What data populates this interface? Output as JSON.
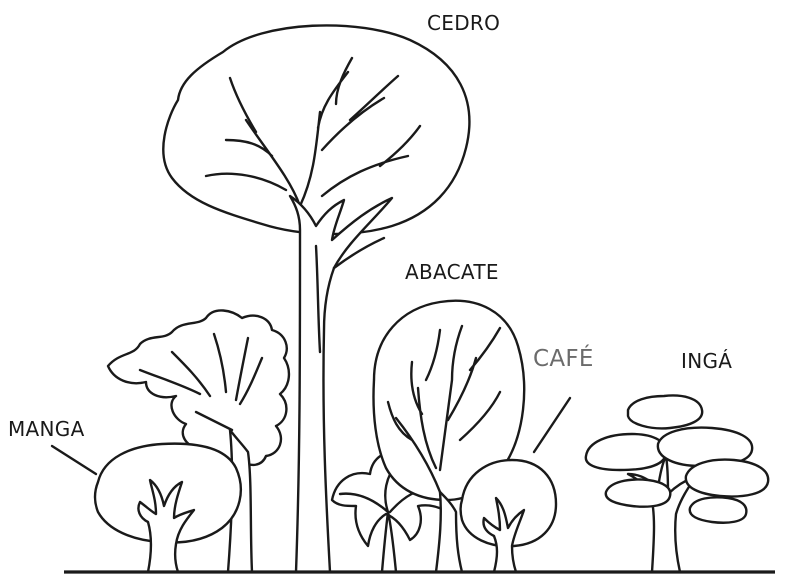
{
  "labels": {
    "cedro": "CEDRO",
    "abacate": "ABACATE",
    "cafe": "CAFÉ",
    "inga": "INGÁ",
    "manga": "MANGA"
  },
  "colors": {
    "line": "#1a1a1a",
    "cafe_label": "#6b6b6b",
    "background": "#ffffff"
  }
}
